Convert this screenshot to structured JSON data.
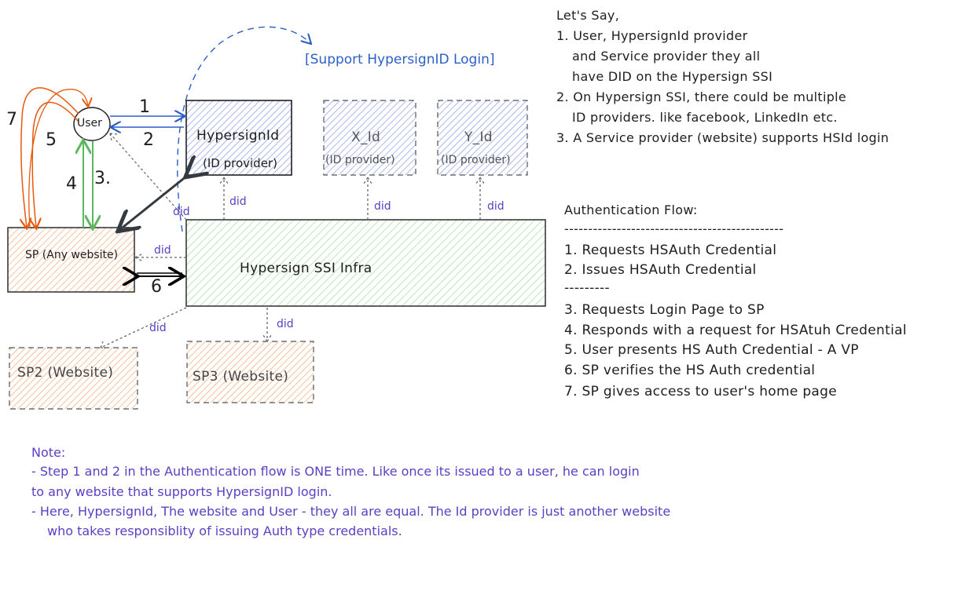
{
  "diagram": {
    "support_label": "[Support HypersignID Login]",
    "user": "User",
    "hypersign_id": {
      "title": "HypersignId",
      "subtitle": "(ID provider)"
    },
    "x_id": {
      "title": "X_Id",
      "subtitle": "(ID provider)"
    },
    "y_id": {
      "title": "Y_Id",
      "subtitle": "(ID provider)"
    },
    "sp": "SP (Any website)",
    "infra": "Hypersign SSI Infra",
    "sp2": "SP2 (Website)",
    "sp3": "SP3 (Website)",
    "did": "did",
    "steps": {
      "s1": "1",
      "s2": "2",
      "s3": "3.",
      "s4": "4",
      "s5": "5",
      "s6": "6",
      "s7": "7"
    }
  },
  "lets_say": {
    "title": "Let's Say,",
    "lines": [
      "1. User, HypersignId provider",
      "and Service provider they all",
      "have DID on the Hypersign SSI",
      "2. On Hypersign SSI, there could be multiple",
      "ID providers. like facebook, LinkedIn etc.",
      "3. A Service provider (website) supports HSId login"
    ]
  },
  "auth_flow": {
    "title": "Authentication Flow:",
    "rule": "----------------------------------------------",
    "short_rule": "---------",
    "steps": [
      "1. Requests HSAuth Credential",
      "2. Issues HSAuth Credential",
      "3. Requests Login Page to SP",
      "4. Responds with a request for HSAtuh Credential",
      "5. User presents HS Auth Credential - A VP",
      "6. SP verifies the HS Auth credential",
      "7. SP gives access to user's home page"
    ]
  },
  "note": {
    "title": "Note:",
    "lines": [
      "- Step 1 and 2 in the Authentication flow is ONE time. Like once its issued to  a user, he can login",
      "to any website that supports HypersignID login.",
      "- Here, HypersignId, The website and User  - they all are equal. The Id provider is just another website",
      "who takes responsiblity of issuing Auth type credentials."
    ]
  },
  "colors": {
    "blue": "#2b5fc7",
    "purple": "#5b3fc4",
    "green_fill": "#b2f2bb",
    "orange_fill": "#ffc9a3",
    "blue_fill": "#a5b4fc",
    "red_arrow": "#e8590c",
    "green_arrow": "#5cb85c"
  }
}
